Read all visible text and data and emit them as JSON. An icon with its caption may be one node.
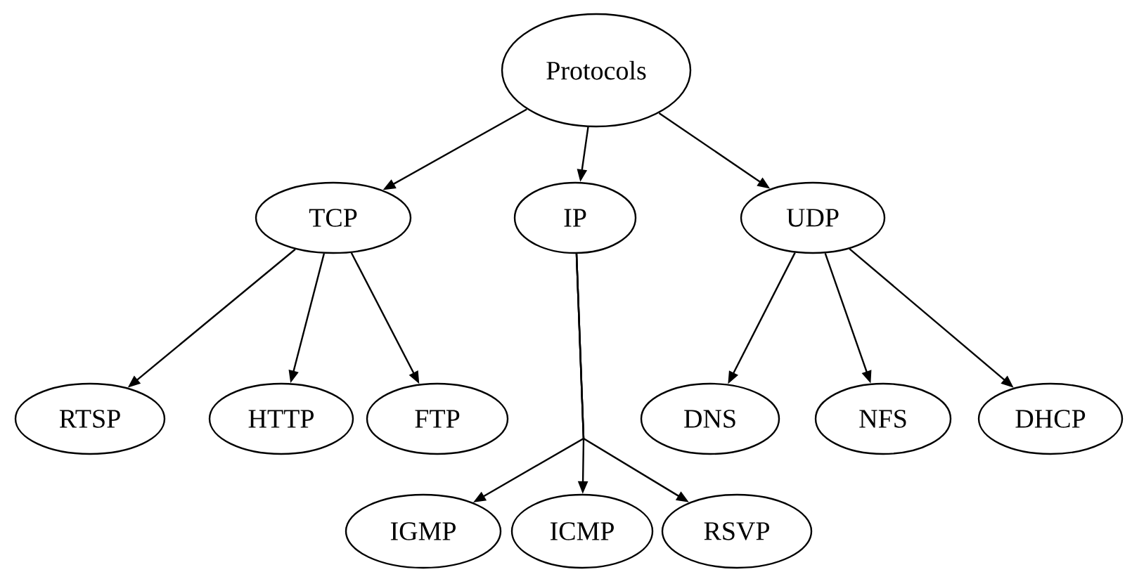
{
  "diagram": {
    "nodes": [
      {
        "text": [
          "Protocols"
        ]
      },
      {
        "text": [
          "TCP"
        ]
      },
      {
        "text": [
          "IP"
        ]
      },
      {
        "text": [
          "UDP"
        ]
      },
      {
        "text": [
          "RTSP"
        ]
      },
      {
        "text": [
          "HTTP"
        ]
      },
      {
        "text": [
          "FTP"
        ]
      },
      {
        "text": [
          "DNS"
        ]
      },
      {
        "text": [
          "NFS"
        ]
      },
      {
        "text": [
          "DHCP"
        ]
      },
      {
        "text": [
          "IGMP"
        ]
      },
      {
        "text": [
          "ICMP"
        ]
      },
      {
        "text": [
          "RSVP"
        ]
      }
    ],
    "edges": [
      {
        "from": 0,
        "to": 1,
        "arrow": "to"
      },
      {
        "from": 0,
        "to": 2,
        "arrow": "to"
      },
      {
        "from": 0,
        "to": 3,
        "arrow": "to"
      },
      {
        "from": 1,
        "to": 4,
        "arrow": "to"
      },
      {
        "from": 1,
        "to": 5,
        "arrow": "to"
      },
      {
        "from": 1,
        "to": 6,
        "arrow": "to"
      },
      {
        "from": 3,
        "to": 7,
        "arrow": "to"
      },
      {
        "from": 3,
        "to": 8,
        "arrow": "to"
      },
      {
        "from": 3,
        "to": 9,
        "arrow": "to"
      },
      {
        "from": 2,
        "to": 10,
        "arrow": "to"
      },
      {
        "from": 2,
        "to": 11,
        "arrow": "to"
      },
      {
        "from": 2,
        "to": 12,
        "arrow": "to"
      }
    ]
  }
}
